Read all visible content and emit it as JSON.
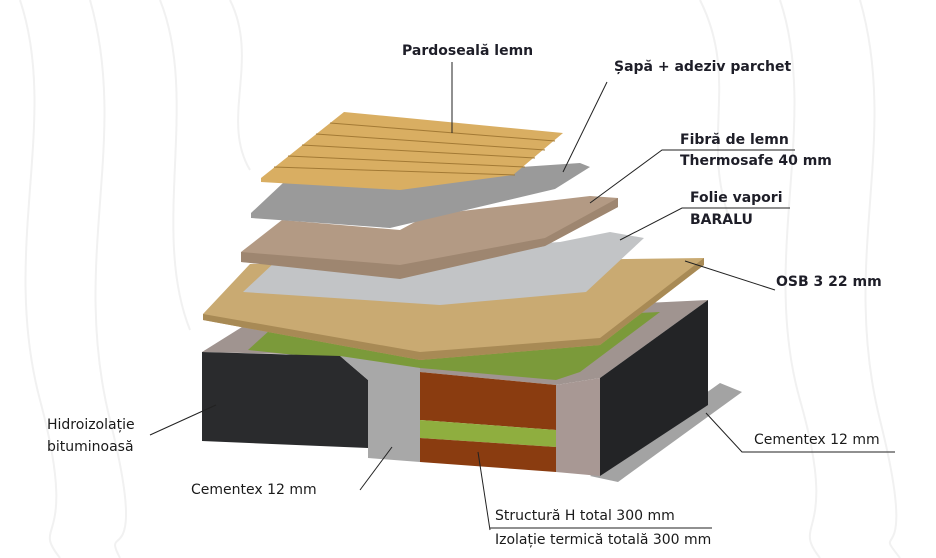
{
  "title": "Floor build-up layers",
  "labels": {
    "pardoseala": "Pardoseală lemn",
    "sapa": "Șapă + adeziv parchet",
    "fibra_1": "Fibră de lemn",
    "fibra_2": "Thermosafe 40 mm",
    "folie_1": "Folie vapori",
    "folie_2": "BARALU",
    "osb": "OSB 3 22 mm",
    "hidro_1": "Hidroizolație",
    "hidro_2": "bituminoasă",
    "cementex_left": "Cementex 12 mm",
    "cementex_right": "Cementex 12 mm",
    "structura": "Structură H total 300 mm",
    "izolatie": "Izolație termică totală 300 mm"
  },
  "colors": {
    "wood": "#d9ae62",
    "cement": "#9a9a9a",
    "fiber": "#b39a84",
    "foil": "#c2c4c6",
    "osb": "#c9aa72",
    "bitumen": "#2a2b2d",
    "green": "#7b9a3a",
    "timber": "#8a3c10",
    "pink": "#a89894"
  }
}
